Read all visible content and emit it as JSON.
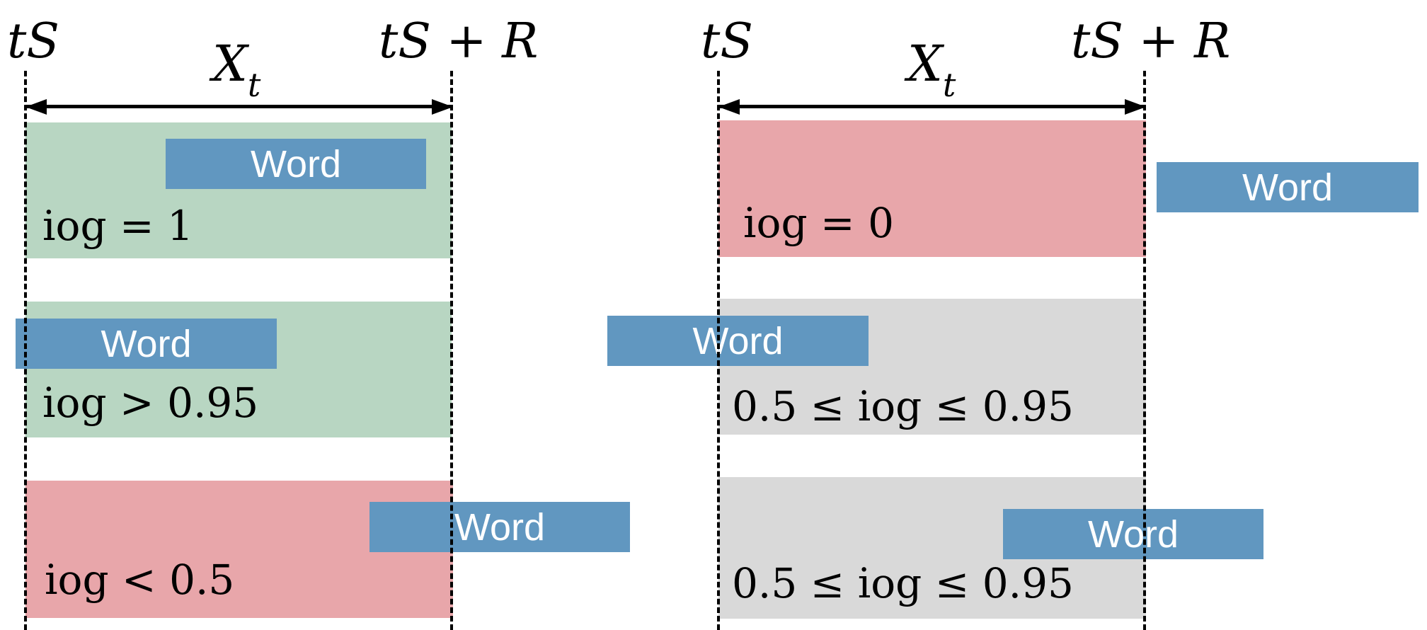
{
  "left_panel": {
    "start_label": "tS",
    "end_label": "tS + R",
    "span_label": "X",
    "span_subscript": "t",
    "rows": [
      {
        "word": "Word",
        "formula": "iog = 1",
        "color": "#b8d6c2"
      },
      {
        "word": "Word",
        "formula": "iog > 0.95",
        "color": "#b8d6c2"
      },
      {
        "word": "Word",
        "formula": "iog < 0.5",
        "color": "#e8a6aa"
      }
    ]
  },
  "right_panel": {
    "start_label": "tS",
    "end_label": "tS + R",
    "span_label": "X",
    "span_subscript": "t",
    "rows": [
      {
        "word": "Word",
        "formula": "iog = 0",
        "color": "#e8a6aa"
      },
      {
        "word": "Word",
        "formula": "0.5 ≤ iog ≤ 0.95",
        "color": "#d9d9d9"
      },
      {
        "word": "Word",
        "formula": "0.5 ≤ iog ≤ 0.95",
        "color": "#d9d9d9"
      }
    ]
  },
  "colors": {
    "word_box": "#6197c0",
    "good": "#b8d6c2",
    "bad": "#e8a6aa",
    "neutral": "#d9d9d9"
  }
}
